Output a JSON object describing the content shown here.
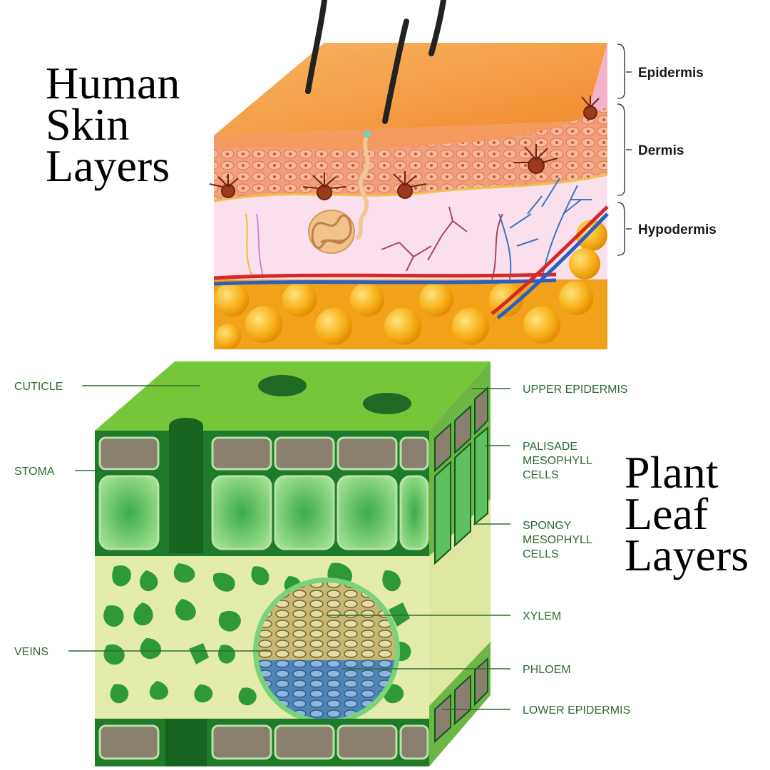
{
  "skin": {
    "title_lines": [
      "Human",
      "Skin",
      "Layers"
    ],
    "labels": {
      "epidermis": "Epidermis",
      "dermis": "Dermis",
      "hypodermis": "Hypodermis"
    }
  },
  "leaf": {
    "title_lines": [
      "Plant",
      "Leaf",
      "Layers"
    ],
    "labels": {
      "cuticle": "CUTICLE",
      "stoma": "STOMA",
      "veins": "VEINS",
      "upper_epidermis": "UPPER EPIDERMIS",
      "palisade": [
        "PALISADE",
        "MESOPHYLL",
        "CELLS"
      ],
      "spongy": [
        "SPONGY",
        "MESOPHYLL",
        "CELLS"
      ],
      "xylem": "XYLEM",
      "phloem": "PHLOEM",
      "lower_epidermis": "LOWER EPIDERMIS"
    }
  },
  "colors": {
    "skin_top": "#f4a24a",
    "dermis_pink": "#f9d6e6",
    "fat_yellow": "#f6b21c",
    "leaf_green": "#5cbf3a",
    "leaf_dark": "#1f7a2a",
    "spongy_bg": "#e3ecaa",
    "label_green": "#2c6b2f"
  }
}
